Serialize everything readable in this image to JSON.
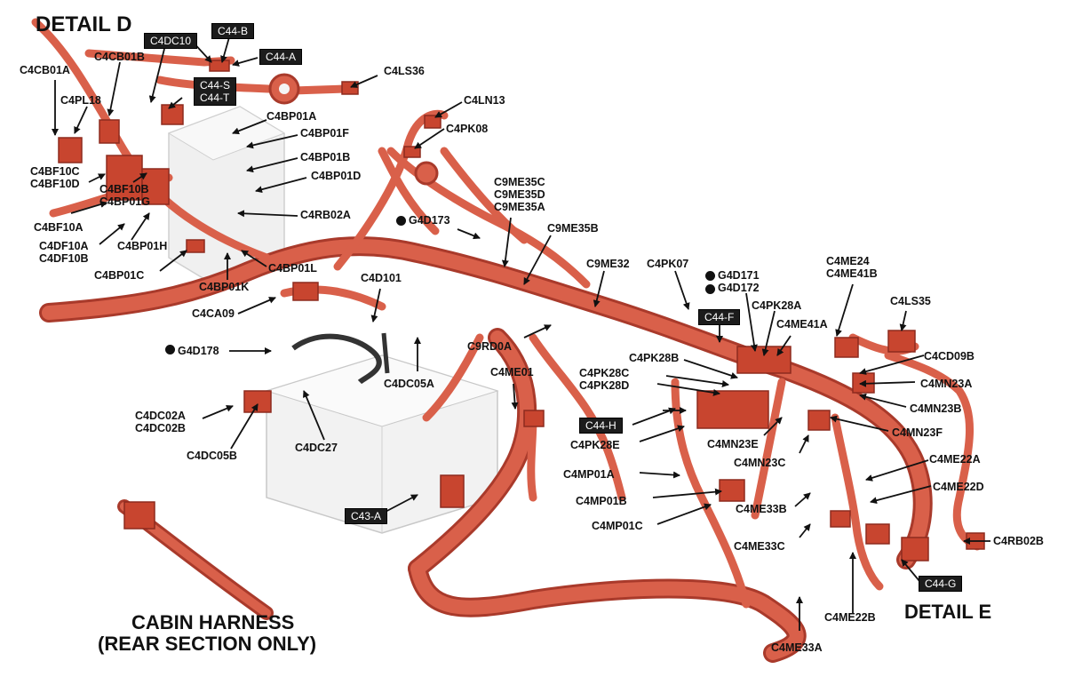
{
  "titles": {
    "detail_d": "DETAIL D",
    "detail_e": "DETAIL E",
    "cabin_line1": "CABIN HARNESS",
    "cabin_line2": "(REAR SECTION ONLY)"
  },
  "colors": {
    "harness": "#d9604a",
    "harness_dark": "#a93a2b",
    "label": "#111111",
    "box_bg": "#1c1c1c"
  },
  "labels": {
    "C4CB01A": "C4CB01A",
    "C4CB01B": "C4CB01B",
    "C4PL18": "C4PL18",
    "C4BF10C": "C4BF10C",
    "C4BF10D": "C4BF10D",
    "C4BF10B": "C4BF10B",
    "C4BP01G": "C4BP01G",
    "C4BF10A": "C4BF10A",
    "C4DF10A": "C4DF10A",
    "C4DF10B": "C4DF10B",
    "C4BP01H": "C4BP01H",
    "C4BP01C": "C4BP01C",
    "C4BP01K": "C4BP01K",
    "C4BP01L": "C4BP01L",
    "C4BP01A": "C4BP01A",
    "C4BP01F": "C4BP01F",
    "C4BP01B": "C4BP01B",
    "C4BP01D": "C4BP01D",
    "C4RB02A": "C4RB02A",
    "C4LS36": "C4LS36",
    "C4LN13": "C4LN13",
    "C4PK08": "C4PK08",
    "G4D173": "G4D173",
    "C9ME35C": "C9ME35C",
    "C9ME35D": "C9ME35D",
    "C9ME35A": "C9ME35A",
    "C9ME35B": "C9ME35B",
    "C9ME32": "C9ME32",
    "C4PK07": "C4PK07",
    "G4D171": "G4D171",
    "G4D172": "G4D172",
    "C4ME24": "C4ME24",
    "C4ME41B": "C4ME41B",
    "C4LS35": "C4LS35",
    "C4PK28A": "C4PK28A",
    "C4ME41A": "C4ME41A",
    "C4CD09B": "C4CD09B",
    "C4MN23A": "C4MN23A",
    "C4MN23B": "C4MN23B",
    "C4MN23F": "C4MN23F",
    "C4PK28B": "C4PK28B",
    "C4PK28C": "C4PK28C",
    "C4PK28D": "C4PK28D",
    "C4PK28E": "C4PK28E",
    "C4MN23E": "C4MN23E",
    "C4MN23C": "C4MN23C",
    "C4ME22A": "C4ME22A",
    "C4ME22D": "C4ME22D",
    "C4MP01A": "C4MP01A",
    "C4MP01B": "C4MP01B",
    "C4MP01C": "C4MP01C",
    "C4ME33B": "C4ME33B",
    "C4ME33C": "C4ME33C",
    "C4RB02B": "C4RB02B",
    "C4ME22B": "C4ME22B",
    "C4ME33A": "C4ME33A",
    "C4CA09": "C4CA09",
    "C4D101": "C4D101",
    "G4D178": "G4D178",
    "C4DC05A": "C4DC05A",
    "C9RD0A": "C9RD0A",
    "C4ME01": "C4ME01",
    "C4DC02A": "C4DC02A",
    "C4DC02B": "C4DC02B",
    "C4DC27": "C4DC27",
    "C4DC05B": "C4DC05B"
  },
  "boxed_labels": {
    "C4DC10": "C4DC10",
    "C44_B": "C44-B",
    "C44_A": "C44-A",
    "C44_S": "C44-S",
    "C44_T": "C44-T",
    "C44_F": "C44-F",
    "C44_H": "C44-H",
    "C43_A": "C43-A",
    "C44_G": "C44-G"
  }
}
